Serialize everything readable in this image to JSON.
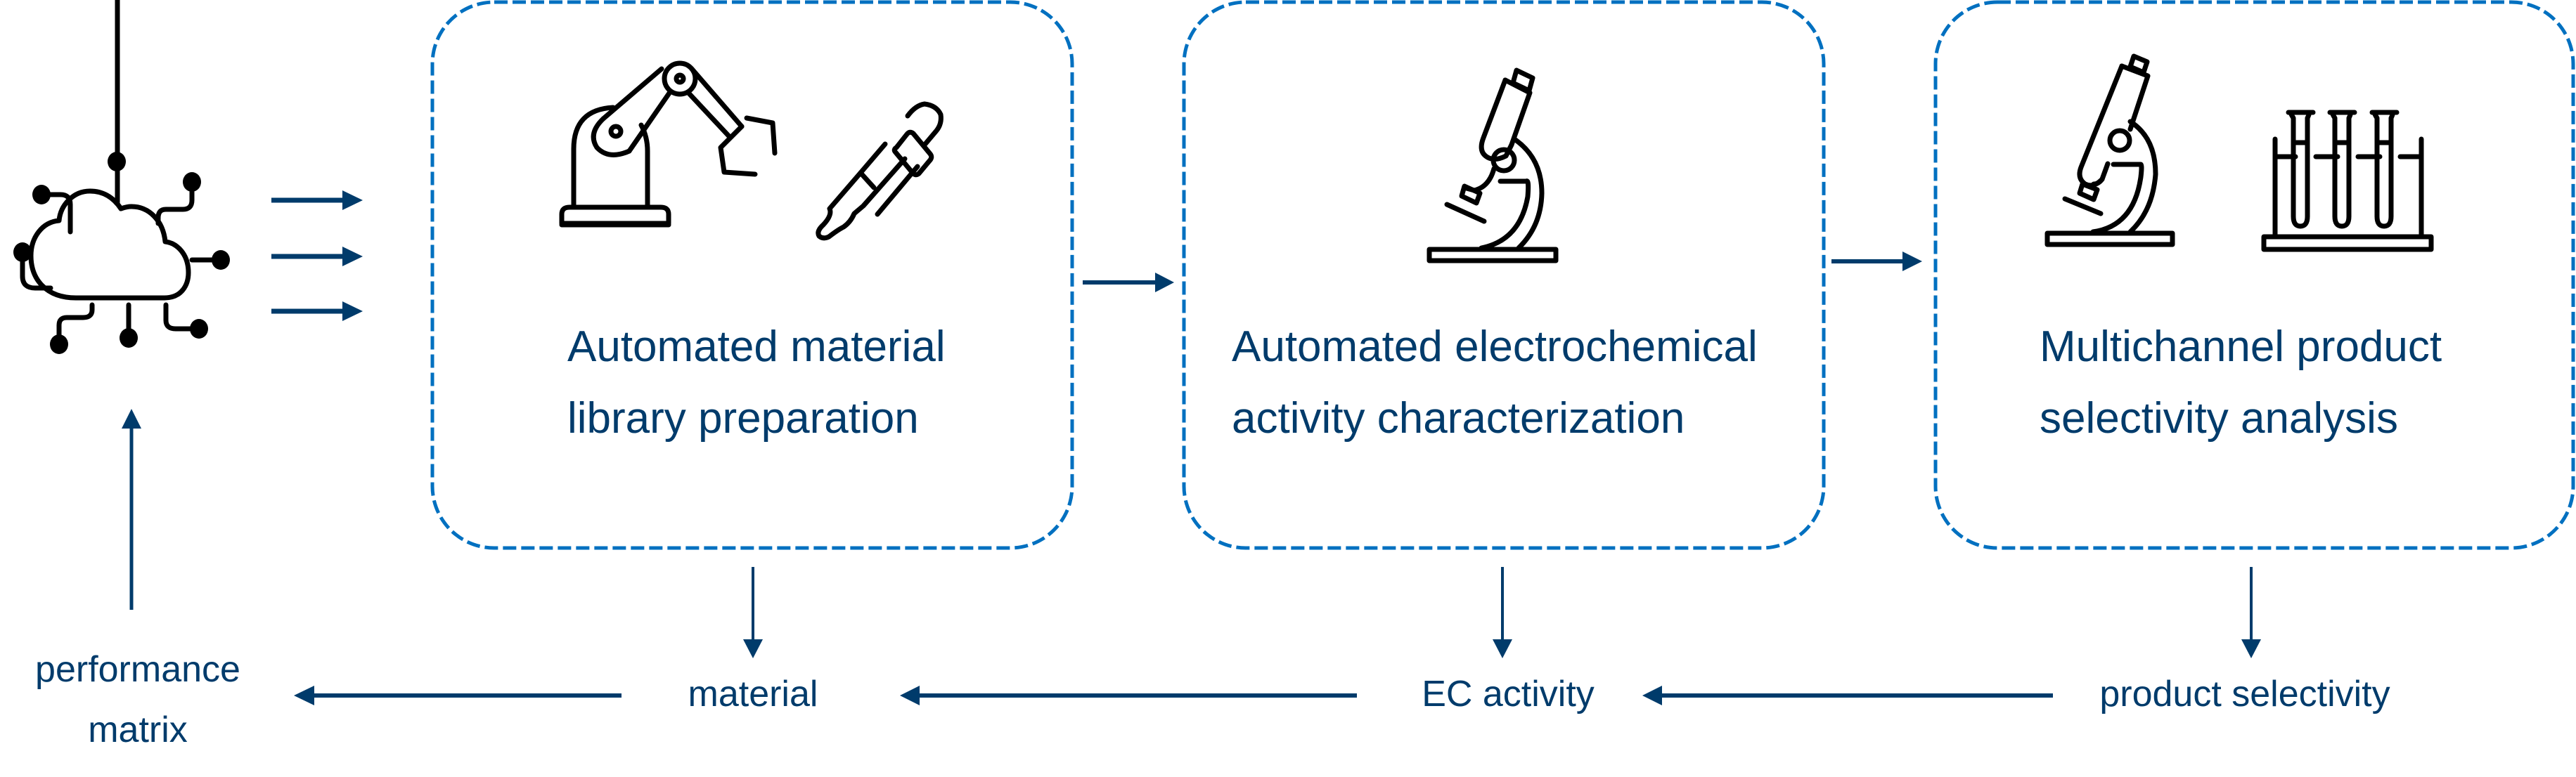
{
  "colors": {
    "text": "#003B6B",
    "arrow": "#003B6B",
    "box_border": "#0070C0",
    "icon": "#000000",
    "background": "#FFFFFF"
  },
  "source": {
    "icon": "cloud-network-icon"
  },
  "stages": [
    {
      "title_lines": [
        "Automated material",
        "library preparation"
      ],
      "icons": [
        "robot-arm-icon",
        "dropper-pipette-icon"
      ],
      "output_label": "material"
    },
    {
      "title_lines": [
        "Automated electrochemical",
        "activity characterization"
      ],
      "icons": [
        "microscope-icon"
      ],
      "output_label": "EC activity"
    },
    {
      "title_lines": [
        "Multichannel product",
        "selectivity analysis"
      ],
      "icons": [
        "microscope-icon",
        "test-tube-rack-icon"
      ],
      "output_label": "product selectivity"
    }
  ],
  "feedback": {
    "label_lines": [
      "performance",
      "matrix"
    ]
  }
}
